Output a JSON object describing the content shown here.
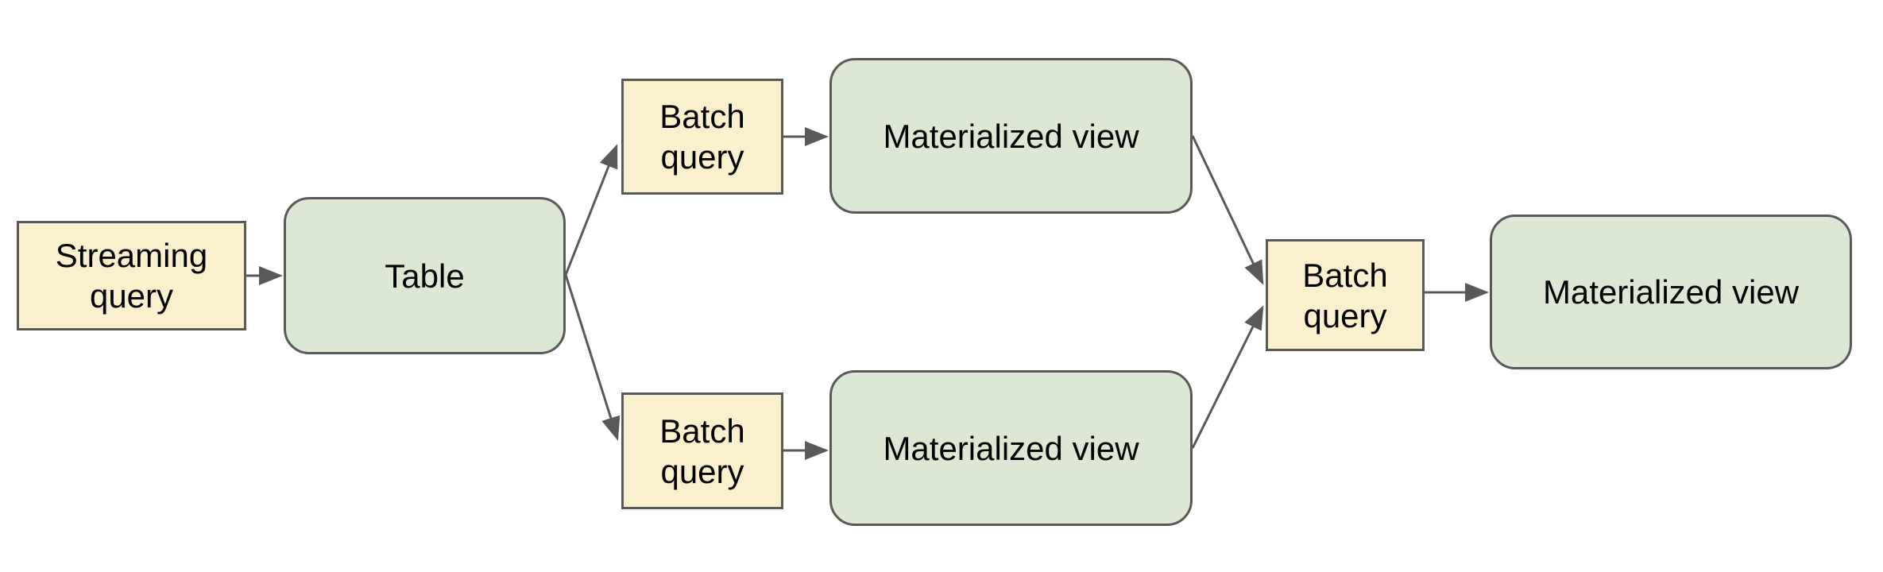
{
  "diagram": {
    "nodes": {
      "streaming_query": {
        "label": "Streaming query",
        "kind": "query"
      },
      "table": {
        "label": "Table",
        "kind": "data"
      },
      "batch_query_top": {
        "label": "Batch query",
        "kind": "query"
      },
      "materialized_view_top": {
        "label": "Materialized view",
        "kind": "data"
      },
      "batch_query_bottom": {
        "label": "Batch query",
        "kind": "query"
      },
      "materialized_view_bottom": {
        "label": "Materialized view",
        "kind": "data"
      },
      "batch_query_final": {
        "label": "Batch query",
        "kind": "query"
      },
      "materialized_view_final": {
        "label": "Materialized view",
        "kind": "data"
      }
    },
    "edges": [
      {
        "from": "streaming_query",
        "to": "table"
      },
      {
        "from": "table",
        "to": "batch_query_top"
      },
      {
        "from": "table",
        "to": "batch_query_bottom"
      },
      {
        "from": "batch_query_top",
        "to": "materialized_view_top"
      },
      {
        "from": "batch_query_bottom",
        "to": "materialized_view_bottom"
      },
      {
        "from": "materialized_view_top",
        "to": "batch_query_final"
      },
      {
        "from": "materialized_view_bottom",
        "to": "batch_query_final"
      },
      {
        "from": "batch_query_final",
        "to": "materialized_view_final"
      }
    ],
    "colors": {
      "query_fill": "#faf0cd",
      "data_fill": "#dce8d3",
      "stroke_color": "#595959",
      "text_color": "#000000"
    }
  }
}
